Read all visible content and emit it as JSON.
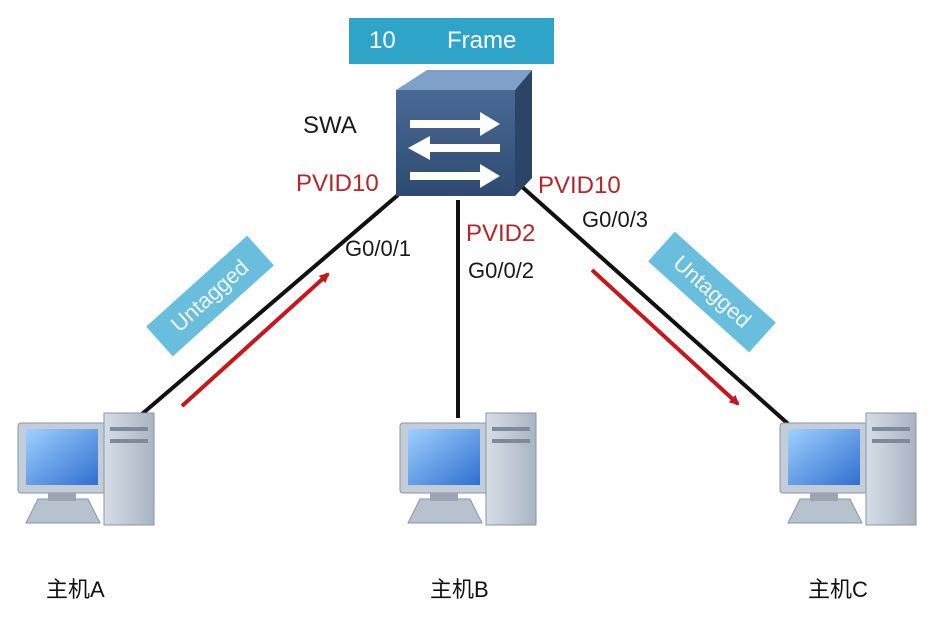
{
  "frame": {
    "vlan_number": "10",
    "label": "Frame"
  },
  "switch": {
    "name": "SWA",
    "ports": [
      {
        "pvid": "PVID10",
        "interface": "G0/0/1"
      },
      {
        "pvid": "PVID2",
        "interface": "G0/0/2"
      },
      {
        "pvid": "PVID10",
        "interface": "G0/0/3"
      }
    ]
  },
  "tags": {
    "left": "Untagged",
    "right": "Untagged"
  },
  "hosts": [
    {
      "label": "主机A"
    },
    {
      "label": "主机B"
    },
    {
      "label": "主机C"
    }
  ],
  "colors": {
    "frame_banner": "#2ea5c8",
    "tag_box": "#4fb3d9",
    "pvid_text": "#b3262b",
    "arrow": "#c8161d",
    "switch_body": "#3b5b85"
  }
}
